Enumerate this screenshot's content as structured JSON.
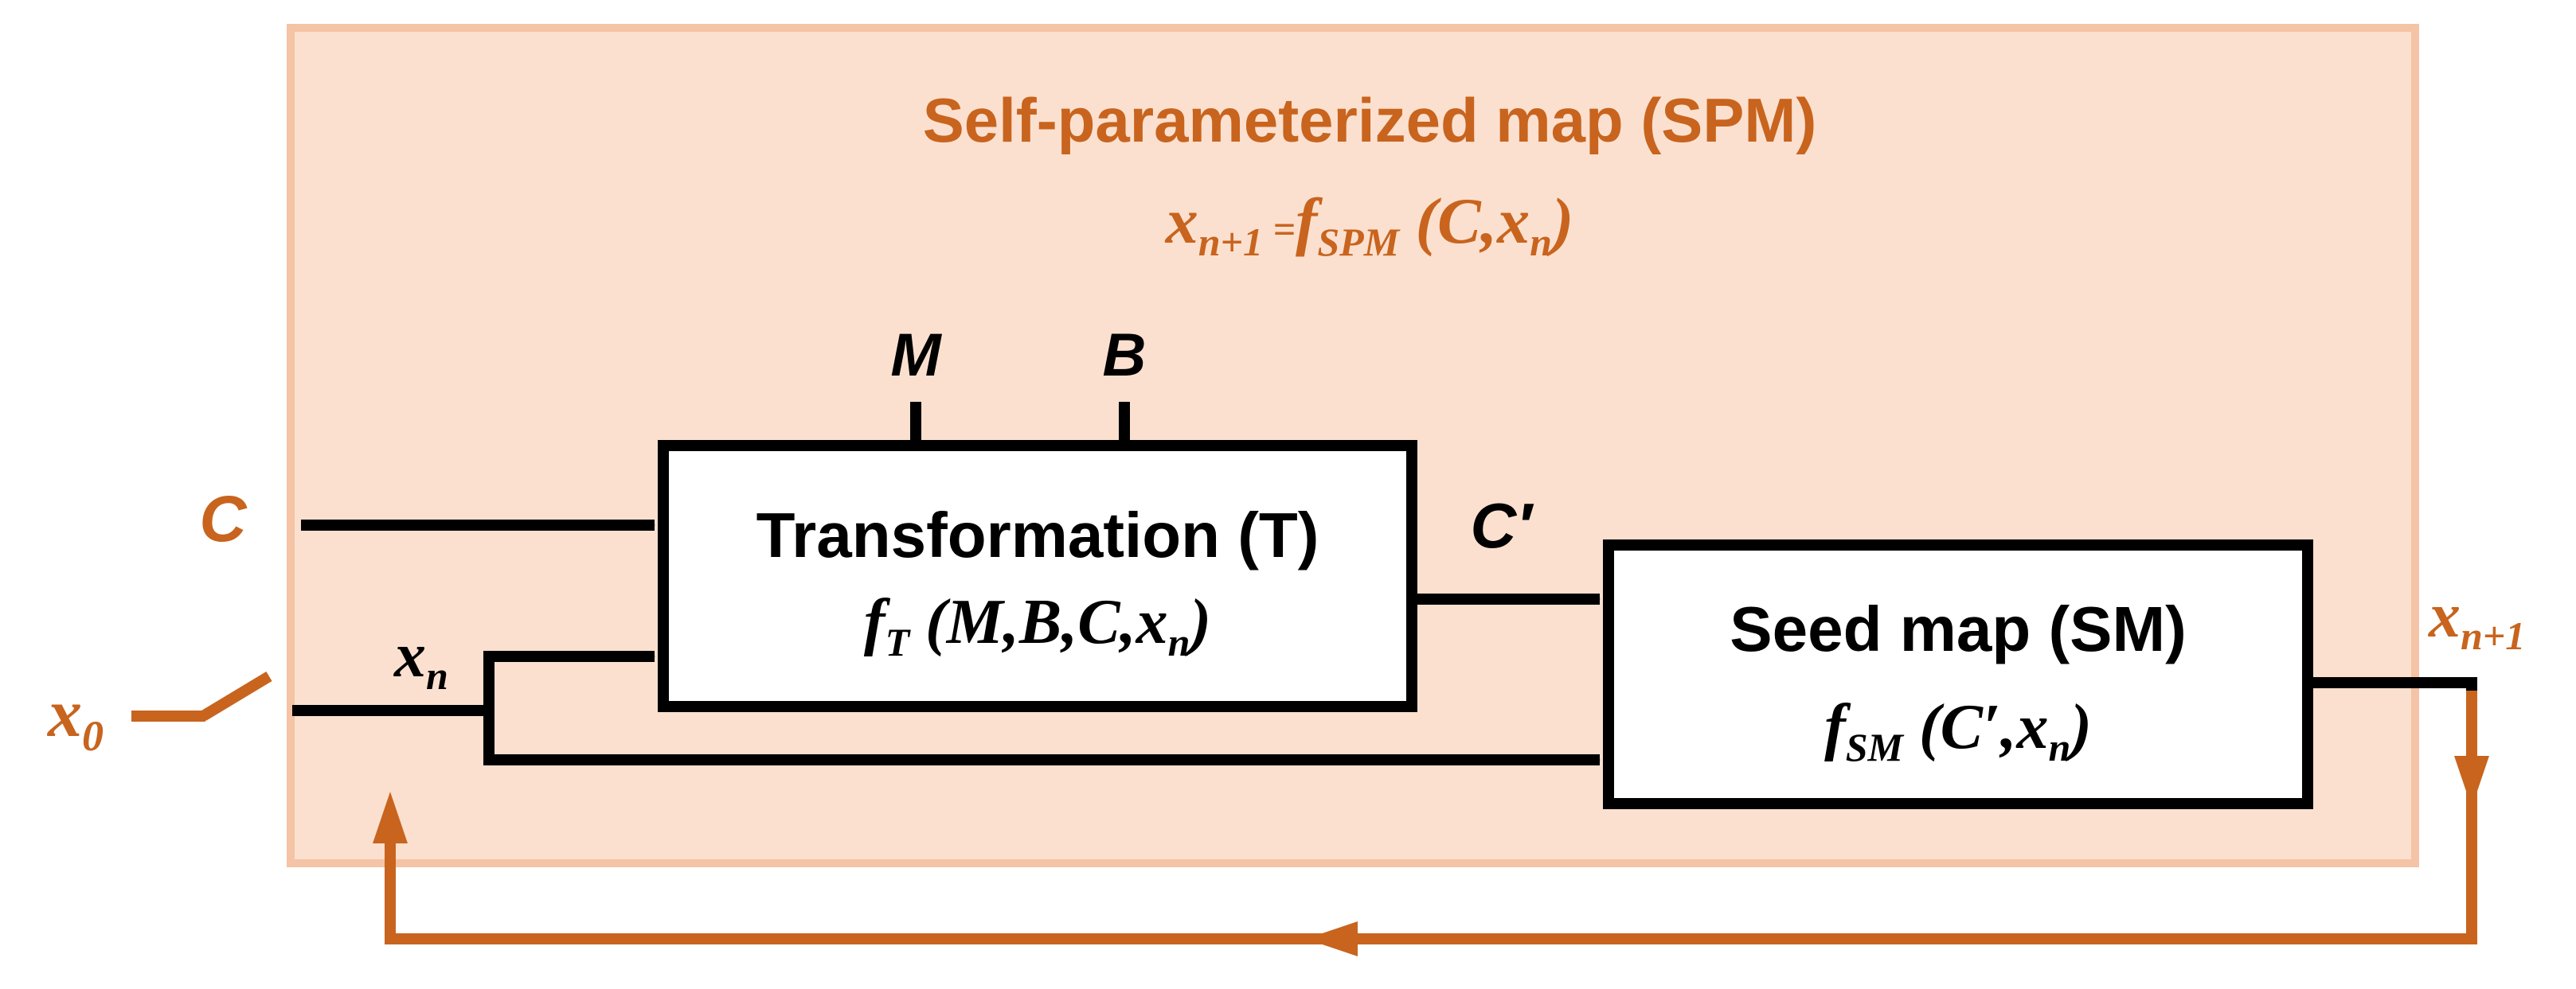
{
  "colors": {
    "panel_fill": "#fbe0cf",
    "panel_stroke": "#f5c3a5",
    "accent": "#c8641e",
    "line": "#000000",
    "box_fill": "#ffffff"
  },
  "panel": {
    "title": "Self-parameterized map (SPM)",
    "equation": {
      "lhs_var": "x",
      "lhs_sub": "n+1",
      "eq": " =",
      "f": "f",
      "f_sub": "SPM",
      "args_open": " (C,x",
      "args_sub": "n",
      "args_close": ")"
    }
  },
  "inputs": {
    "c_label": "C",
    "x0_var": "x",
    "x0_sub": "0",
    "xn_var": "x",
    "xn_sub": "n",
    "m_label": "M",
    "b_label": "B"
  },
  "transformation": {
    "title": "Transformation (T)",
    "f": "f",
    "f_sub": "T",
    "args_open": " (M,B,C,x",
    "args_sub": "n",
    "args_close": ")"
  },
  "intermediate": {
    "c_prime_label": "C′"
  },
  "seed_map": {
    "title": "Seed map (SM)",
    "f": "f",
    "f_sub": "SM",
    "args_open": " (C′,x",
    "args_sub": "n",
    "args_close": ")"
  },
  "output": {
    "var": "x",
    "sub": "n+1"
  }
}
